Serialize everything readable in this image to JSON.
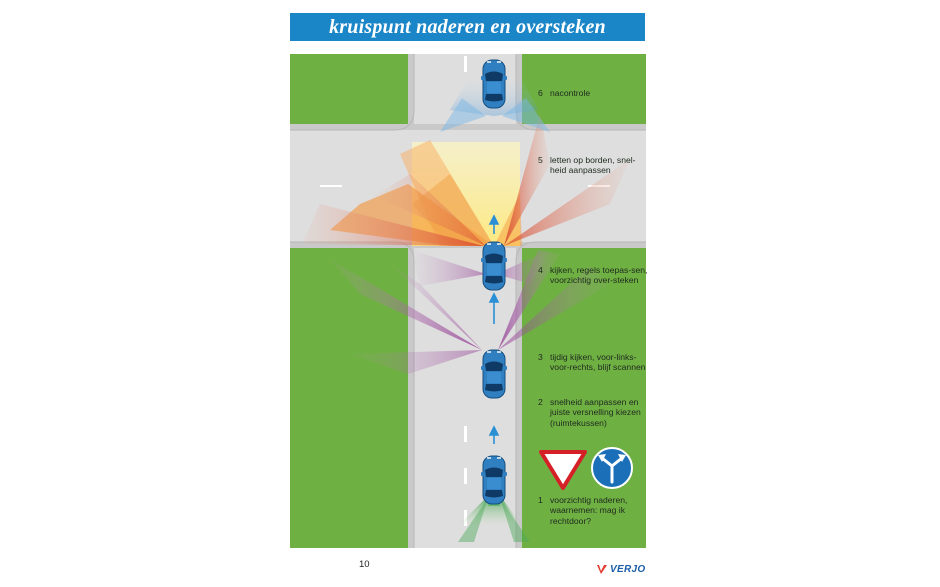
{
  "title": "kruispunt naderen en oversteken",
  "steps": [
    {
      "num": "6",
      "text": "nacontrole"
    },
    {
      "num": "5",
      "text": "letten op borden, snel-heid aanpassen"
    },
    {
      "num": "4",
      "text": "kijken, regels toepas-sen, voorzichtig over-steken"
    },
    {
      "num": "3",
      "text": "tijdig kijken, voor-links-voor-rechts, blijf scannen"
    },
    {
      "num": "2",
      "text": "snelheid aanpassen en juiste versnelling kiezen (ruimtekussen)"
    },
    {
      "num": "1",
      "text": "voorzichtig naderen, waarnemen: mag ik rechtdoor?"
    }
  ],
  "page_number": "10",
  "brand": "VERJO",
  "signs": {
    "yield": "yield-triangle-sign",
    "direction": "straight-or-left-right-sign"
  },
  "colors": {
    "title_bg": "#1a86c8",
    "grass": "#6fb043",
    "road": "#dedede",
    "car": "#2f7fc1",
    "arrow": "#2a8fd4",
    "yield_red": "#d62027",
    "sign_blue": "#1a6fb8"
  }
}
